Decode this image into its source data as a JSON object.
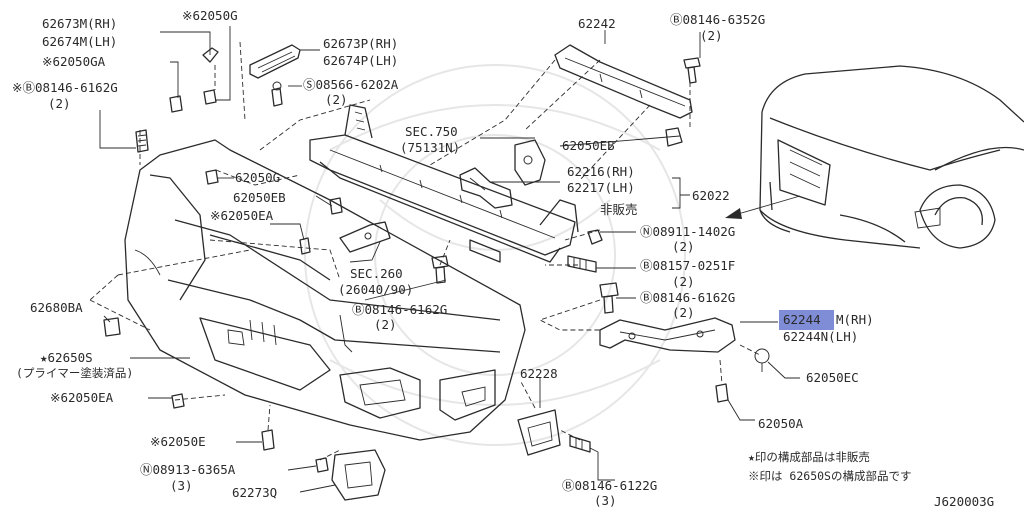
{
  "labels": {
    "l_62673m": "62673M(RH)",
    "l_62674m": "62674M(LH)",
    "l_62050g_top": "※62050G",
    "l_62050ga": "※62050GA",
    "l_08146_6162g_a": "※Ⓑ08146-6162G",
    "l_qty2_a": "(2)",
    "l_62673p": "62673P(RH)",
    "l_62674p": "62674P(LH)",
    "l_08566": "Ⓢ08566-6202A",
    "l_qty2_b": "(2)",
    "l_62242": "62242",
    "l_08146_6352g": "Ⓑ08146-6352G",
    "l_qty2_c": "(2)",
    "l_sec750": "SEC.750",
    "l_75131n": "(75131N)",
    "l_62050eb_r": "62050EB",
    "l_62216": "62216(RH)",
    "l_62217": "62217(LH)",
    "l_62022": "62022",
    "l_hihanbai": "非販売",
    "l_62050g_mid": "62050G",
    "l_62050eb_l": "62050EB",
    "l_62050ea_top": "※62050EA",
    "l_08911": "Ⓝ08911-1402G",
    "l_qty2_d": "(2)",
    "l_sec260": "SEC.260",
    "l_26040": "(26040/90)",
    "l_08157": "Ⓑ08157-0251F",
    "l_qty2_e": "(2)",
    "l_62680ba": "62680BA",
    "l_08146_6162g_b": "Ⓑ08146-6162G",
    "l_qty2_f": "(2)",
    "l_08146_6162g_c": "Ⓑ08146-6162G",
    "l_qty2_g": "(2)",
    "l_62244m_num": "62244",
    "l_62244m_suf": "M(RH)",
    "l_62244n": "62244N(LH)",
    "l_62650s": "★62650S",
    "l_primer": "(プライマー塗装済品)",
    "l_62050ec": "62050EC",
    "l_62050ea_bot": "※62050EA",
    "l_62228": "62228",
    "l_62050a": "62050A",
    "l_62050e": "※62050E",
    "l_08913": "Ⓝ08913-6365A",
    "l_qty3_a": "(3)",
    "l_62273q": "62273Q",
    "l_08146_6122g": "Ⓑ08146-6122G",
    "l_qty3_b": "(3)",
    "l_note1": "★印の構成部品は非販売",
    "l_note2": "※印は 62650Sの構成部品です",
    "l_code": "J620003G"
  },
  "colors": {
    "highlight": "#7f8cd6",
    "ink": "#2b2b2b"
  }
}
